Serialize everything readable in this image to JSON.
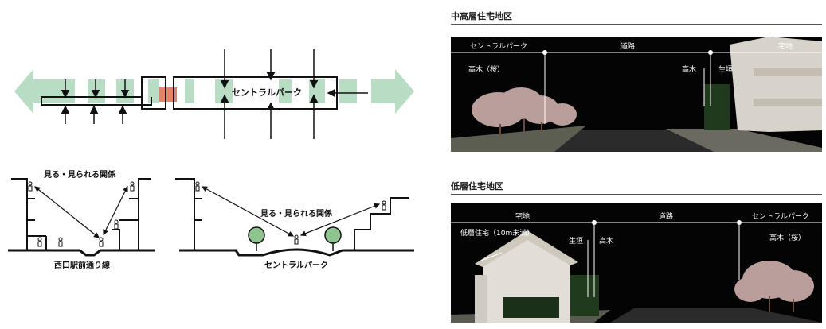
{
  "plan": {
    "label_park": "セントラルパーク"
  },
  "sections": {
    "left_caption_top": "見る・見られる関係",
    "left_caption_bottom": "西口駅前通り線",
    "right_caption_top": "見る・見られる関係",
    "right_caption_bottom": "セントラルパーク"
  },
  "photo_top": {
    "heading": "中高層住宅地区",
    "zone_left": "セントラルパーク",
    "zone_center": "道路",
    "zone_right": "宅地",
    "label_tall_tree_cherry": "高木（桜）",
    "label_tall_tree": "高木",
    "label_hedge": "生垣"
  },
  "photo_bottom": {
    "heading": "低層住宅地区",
    "zone_left": "宅地",
    "zone_center": "道路",
    "zone_right": "セントラルパーク",
    "label_low_rise": "低層住宅（10m未満）",
    "label_hedge": "生垣",
    "label_tall_tree": "高木",
    "label_tall_tree_cherry": "高木（桜）"
  },
  "colors": {
    "green_fill": "#b9dcc4",
    "orange_fill": "#e2836a",
    "tree_green": "#8dc48f",
    "photo_bg": "#040404",
    "blossom": "#d9b9b6"
  }
}
